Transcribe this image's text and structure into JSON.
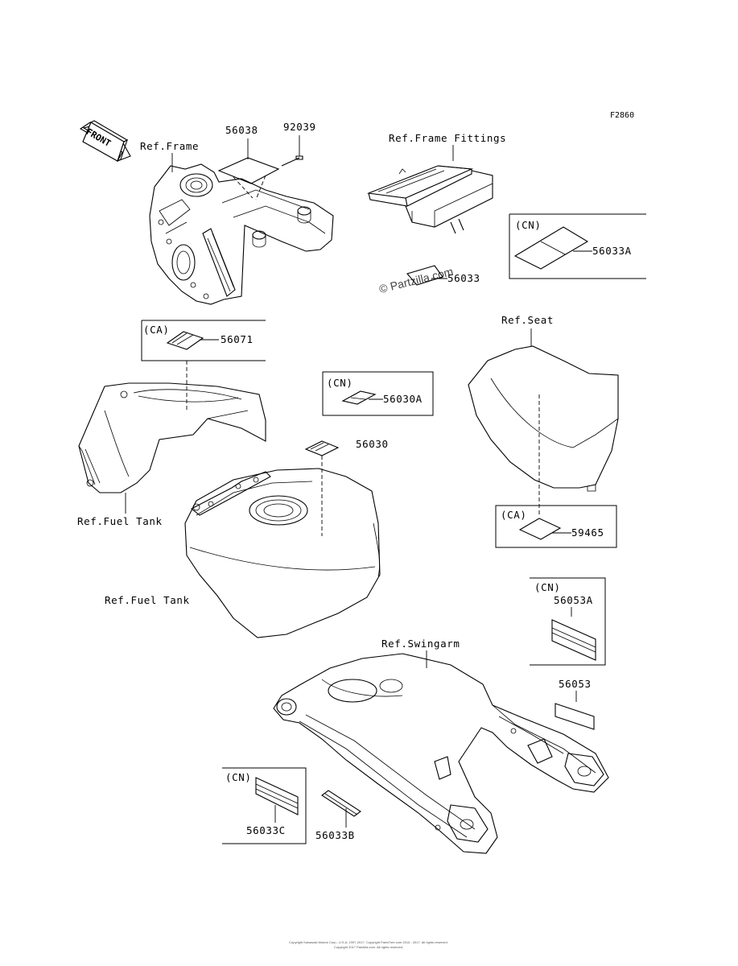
{
  "figure_code": "F2860",
  "front_label": "FRONT",
  "watermark": "© Partzilla.com",
  "footer_line1": "Copyright Kawasaki Motors Corp., U.S.A. 1997-2017. Copyright PartsTree.com 2013 - 2017. All rights reserved.",
  "footer_line2": "Copyright 2017 Partzilla.com. All rights reserved.",
  "refs": {
    "frame": "Ref.Frame",
    "frame_fittings": "Ref.Frame Fittings",
    "seat": "Ref.Seat",
    "fuel_tank_1": "Ref.Fuel Tank",
    "fuel_tank_2": "Ref.Fuel Tank",
    "swingarm": "Ref.Swingarm"
  },
  "parts": {
    "p56038": "56038",
    "p92039": "92039",
    "p56033": "56033",
    "p56033A": "56033A",
    "p56071": "56071",
    "p56030A": "56030A",
    "p56030": "56030",
    "p59465": "59465",
    "p56053A": "56053A",
    "p56053": "56053",
    "p56033C": "56033C",
    "p56033B": "56033B"
  },
  "regions": {
    "cn_56033A": "(CN)",
    "ca_56071": "(CA)",
    "cn_56030A": "(CN)",
    "ca_59465": "(CA)",
    "cn_56053A": "(CN)",
    "cn_56033C": "(CN)"
  }
}
